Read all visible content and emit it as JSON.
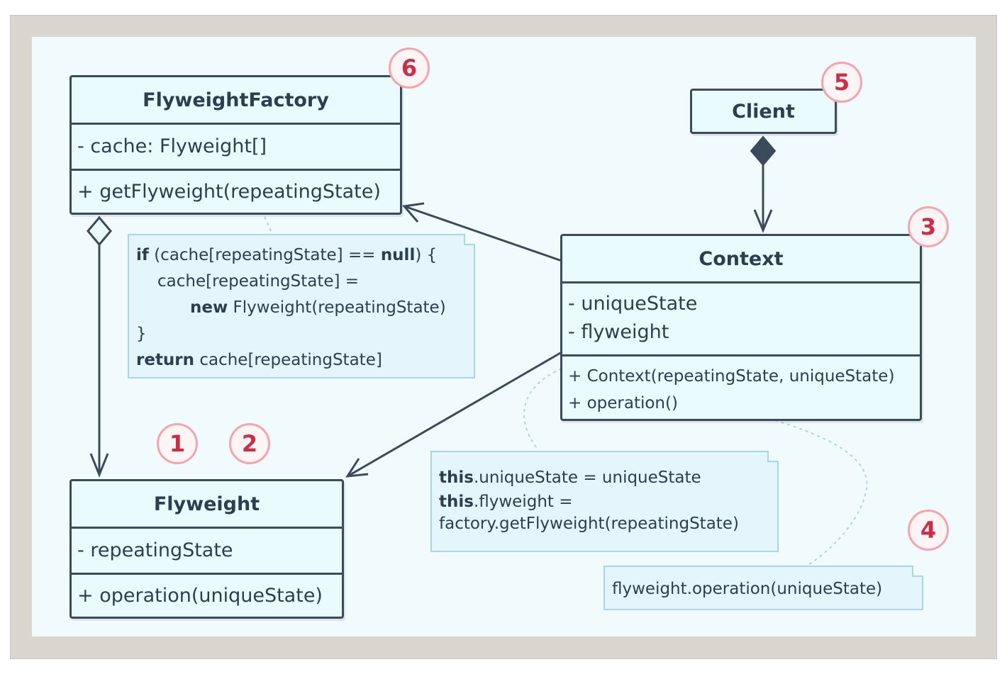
{
  "classes": {
    "factory": {
      "name": "FlyweightFactory",
      "fields": [
        "- cache: Flyweight[]"
      ],
      "methods": [
        "+ getFlyweight(repeatingState)"
      ]
    },
    "client": {
      "name": "Client"
    },
    "context": {
      "name": "Context",
      "fields": [
        "- uniqueState",
        "- flyweight"
      ],
      "methods": [
        "+ Context(repeatingState, uniqueState)",
        "+ operation()"
      ]
    },
    "flyweight": {
      "name": "Flyweight",
      "fields": [
        "- repeatingState"
      ],
      "methods": [
        "+ operation(uniqueState)"
      ]
    }
  },
  "notes": {
    "factory_code": {
      "l1_kw": "if",
      "l1_a": " (cache[repeatingState] == ",
      "l1_kw2": "null",
      "l1_b": ") {",
      "l2": "cache[repeatingState] =",
      "l3_kw": "new",
      "l3": " Flyweight(repeatingState)",
      "l4": "}",
      "l5_kw": "return",
      "l5": " cache[repeatingState]"
    },
    "context_code": {
      "l1_kw": "this",
      "l1": ".uniqueState = uniqueState",
      "l2_kw": "this",
      "l2": ".flyweight =",
      "l3": "factory.getFlyweight(repeatingState)"
    },
    "operation_code": {
      "l1": "flyweight.operation(uniqueState)"
    }
  },
  "badges": {
    "b1": "1",
    "b2": "2",
    "b3": "3",
    "b4": "4",
    "b5": "5",
    "b6": "6"
  },
  "colors": {
    "outline": "#3b4b5c",
    "box_fill": "#eafbfd",
    "note_fill": "#e4f6fb",
    "note_border": "#a9d5ec",
    "badge_text": "#cf2d45",
    "badge_ring": "#f3a4ad"
  }
}
